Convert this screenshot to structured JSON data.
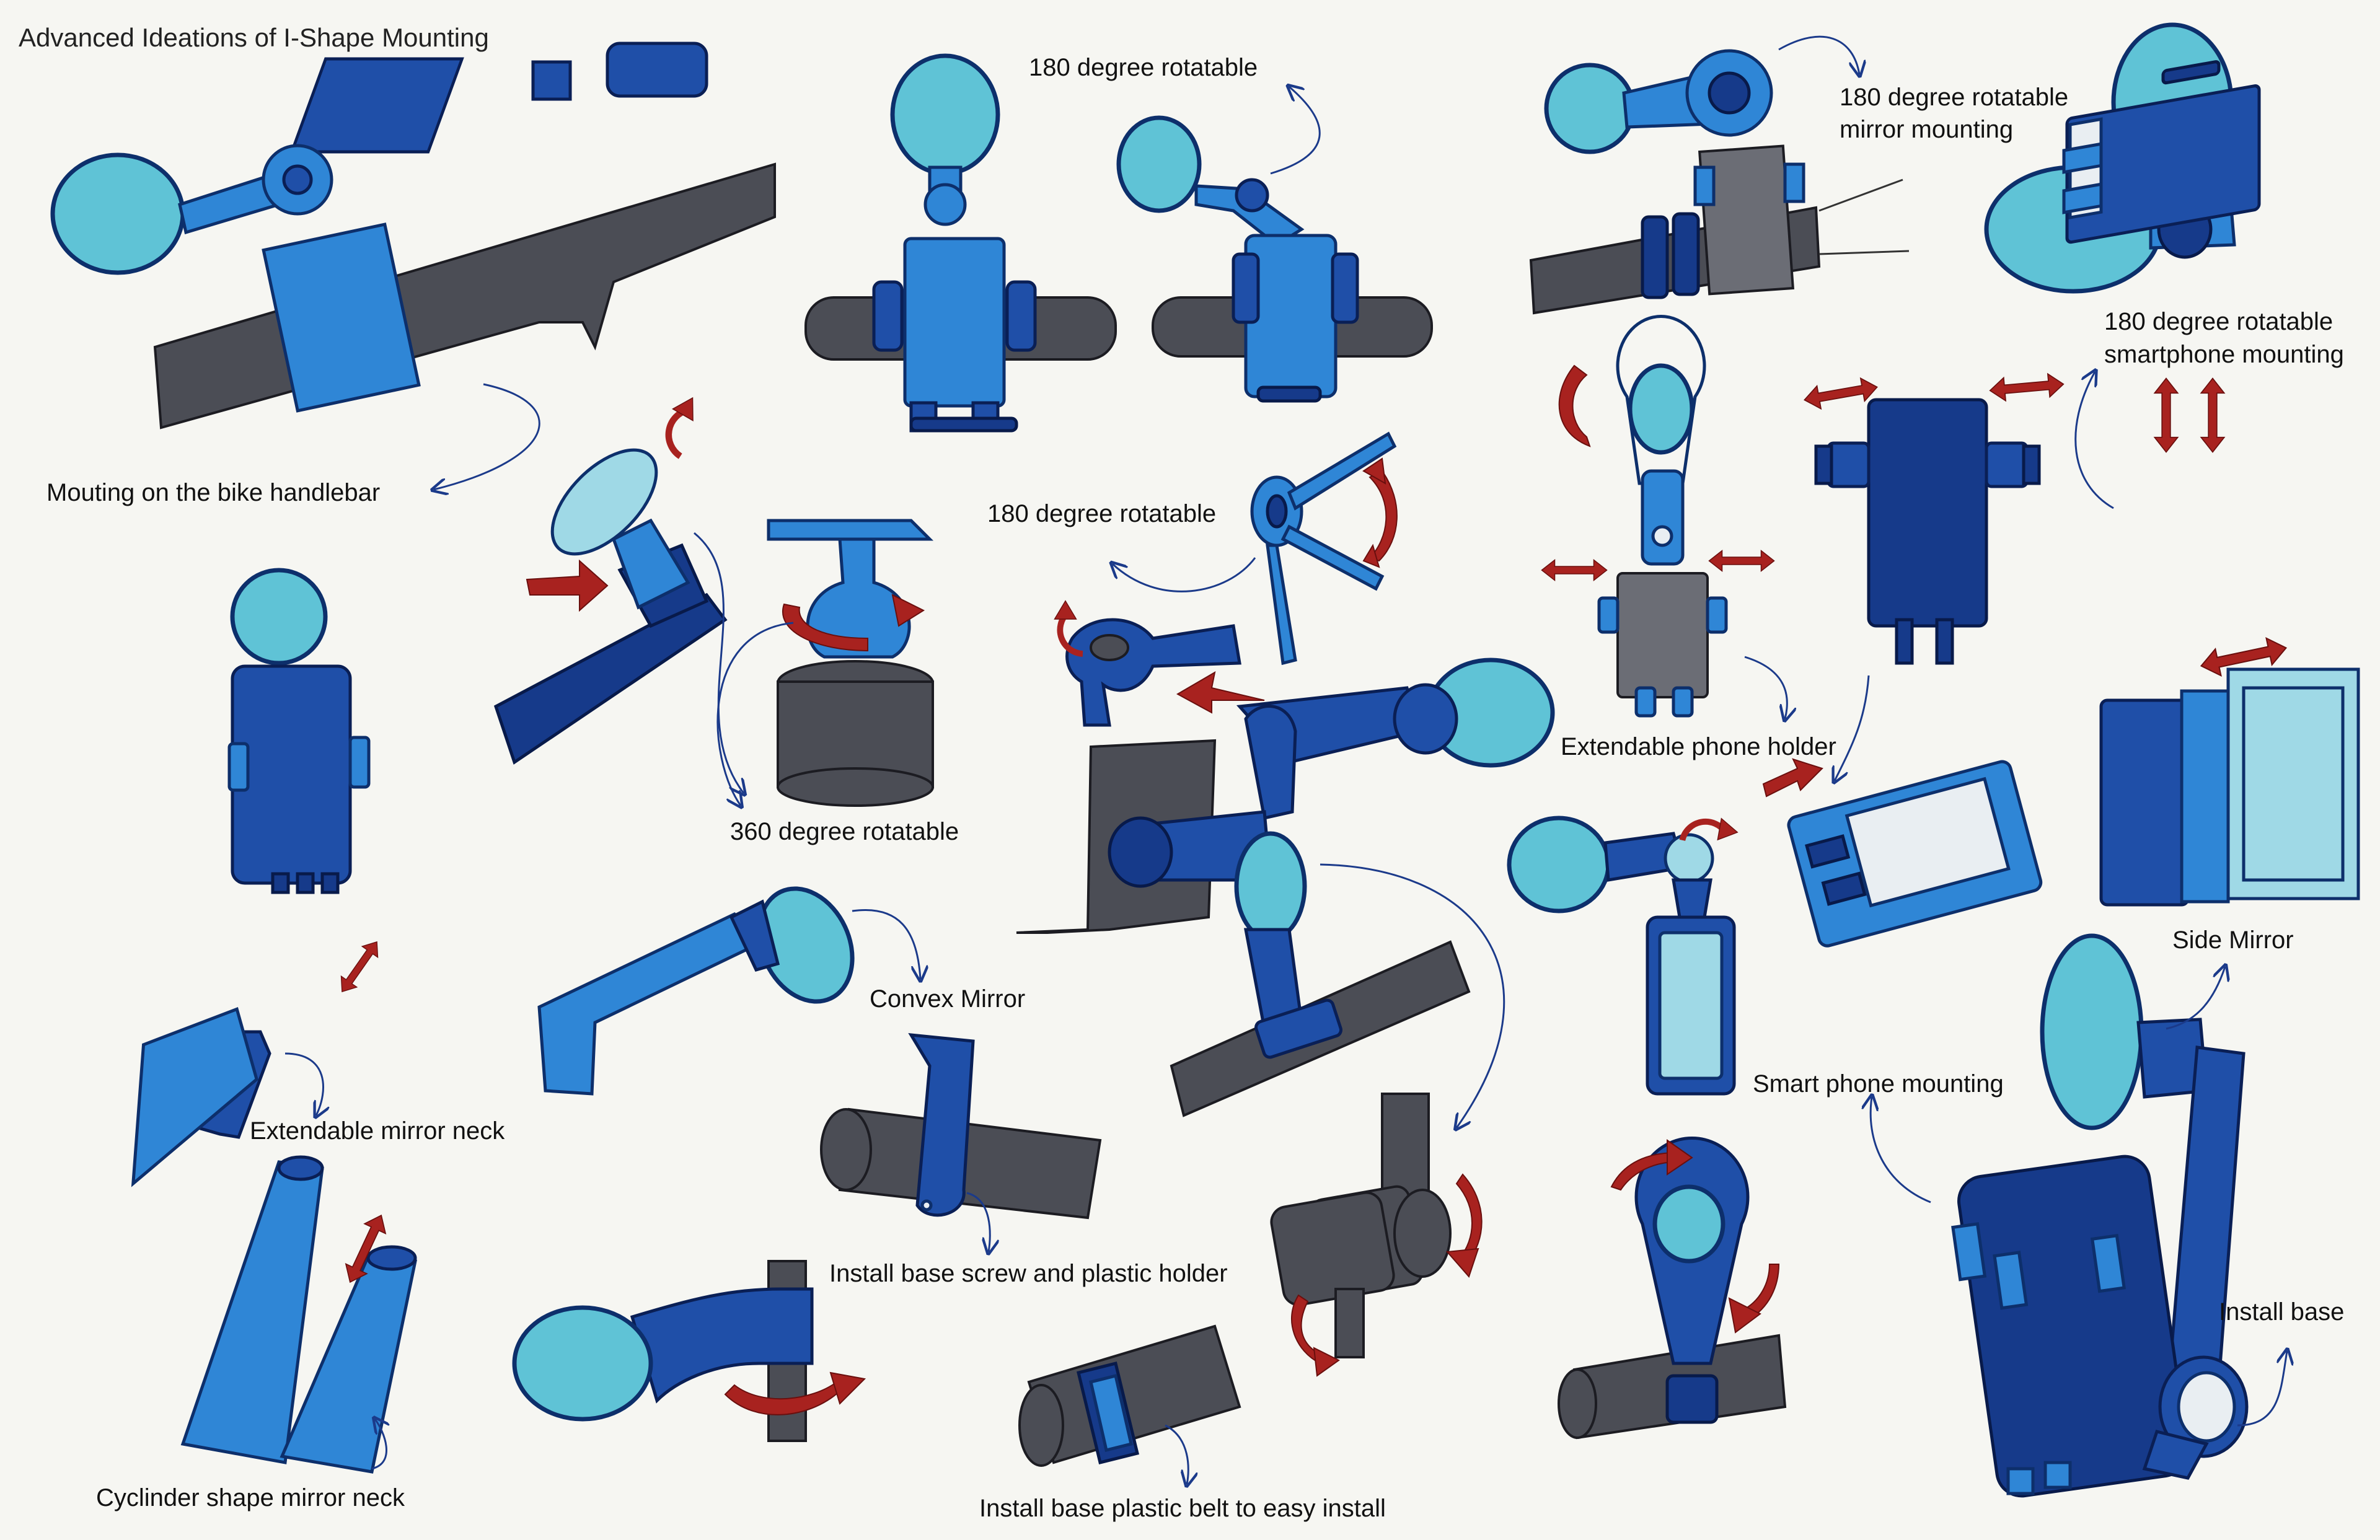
{
  "title": "Advanced Ideations of I-Shape Mounting",
  "labels": {
    "handlebar": "Mouting on the bike handlebar",
    "rot180_top": "180 degree rotatable",
    "rot180_mirror_1": "180 degree rotatable",
    "rot180_mirror_2": "mirror mounting",
    "rot180_phone_1": "180 degree rotatable",
    "rot180_phone_2": "smartphone mounting",
    "rot180_mid": "180 degree rotatable",
    "rot360": "360 degree rotatable",
    "extendable_phone": "Extendable phone holder",
    "convex": "Convex Mirror",
    "extendable_neck": "Extendable mirror neck",
    "install_screw": "Install base screw and plastic holder",
    "smart_phone": "Smart phone mounting",
    "side_mirror": "Side Mirror",
    "install_base": "Install base",
    "cylinder_neck": "Cyclinder shape mirror neck",
    "plastic_belt": "Install base plastic belt to easy install"
  },
  "colors": {
    "mount_blue": "#2f86d6",
    "dark_blue": "#1f4fa8",
    "mirror_glass": "#5fc3d6",
    "handlebar_grey": "#4b4d55",
    "motion_arrow": "#a8221f",
    "leader_line": "#1b3a8a"
  },
  "icons": [
    "rotation-arrow-icon",
    "double-arrow-icon",
    "leader-arrow-icon"
  ]
}
